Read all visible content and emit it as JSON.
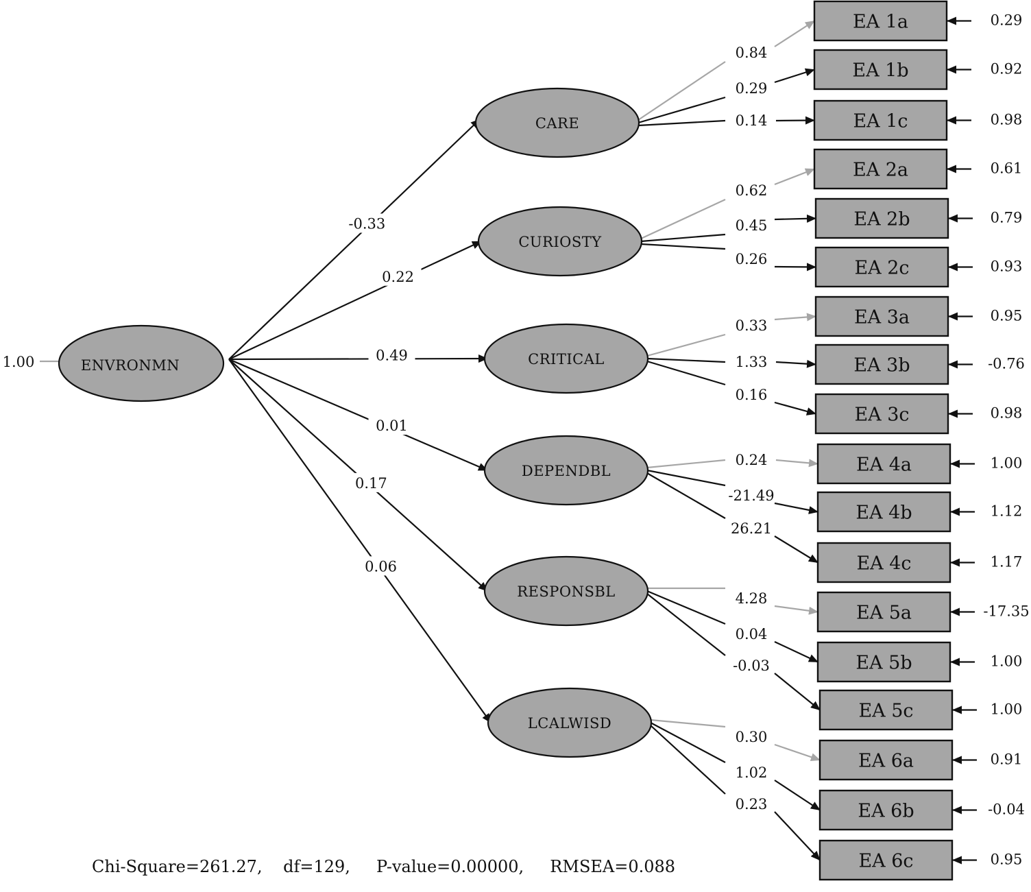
{
  "root": {
    "name": "ENVRONMN",
    "variance": "1.00"
  },
  "factors": [
    {
      "name": "CARE",
      "path": "-0.33"
    },
    {
      "name": "CURIOSTY",
      "path": "0.22"
    },
    {
      "name": "CRITICAL",
      "path": "0.49"
    },
    {
      "name": "DEPENDBL",
      "path": "0.01"
    },
    {
      "name": "RESPONSBL",
      "path": "0.17"
    },
    {
      "name": "LCALWISD",
      "path": "0.06"
    }
  ],
  "indicators": [
    {
      "name": "EA 1a",
      "factor": 0,
      "loading": "0.84",
      "error": "0.29"
    },
    {
      "name": "EA 1b",
      "factor": 0,
      "loading": "0.29",
      "error": "0.92"
    },
    {
      "name": "EA 1c",
      "factor": 0,
      "loading": "0.14",
      "error": "0.98"
    },
    {
      "name": "EA 2a",
      "factor": 1,
      "loading": "0.62",
      "error": "0.61"
    },
    {
      "name": "EA 2b",
      "factor": 1,
      "loading": "0.45",
      "error": "0.79"
    },
    {
      "name": "EA 2c",
      "factor": 1,
      "loading": "0.26",
      "error": "0.93"
    },
    {
      "name": "EA 3a",
      "factor": 2,
      "loading": "0.33",
      "error": "0.95"
    },
    {
      "name": "EA 3b",
      "factor": 2,
      "loading": "1.33",
      "error": "-0.76"
    },
    {
      "name": "EA 3c",
      "factor": 2,
      "loading": "0.16",
      "error": "0.98"
    },
    {
      "name": "EA 4a",
      "factor": 3,
      "loading": "0.24",
      "error": "1.00"
    },
    {
      "name": "EA 4b",
      "factor": 3,
      "loading": "-21.49",
      "error": "1.12"
    },
    {
      "name": "EA 4c",
      "factor": 3,
      "loading": "26.21",
      "error": "1.17"
    },
    {
      "name": "EA 5a",
      "factor": 4,
      "loading": "4.28",
      "error": "-17.35"
    },
    {
      "name": "EA 5b",
      "factor": 4,
      "loading": "0.04",
      "error": "1.00"
    },
    {
      "name": "EA 5c",
      "factor": 4,
      "loading": "-0.03",
      "error": "1.00"
    },
    {
      "name": "EA 6a",
      "factor": 5,
      "loading": "0.30",
      "error": "0.91"
    },
    {
      "name": "EA 6b",
      "factor": 5,
      "loading": "1.02",
      "error": "-0.04"
    },
    {
      "name": "EA 6c",
      "factor": 5,
      "loading": "0.23",
      "error": "0.95"
    }
  ],
  "fit_stats": "Chi-Square=261.27,    df=129,     P-value=0.00000,     RMSEA=0.088",
  "colors": {
    "node_fill": "#a6a6a6",
    "stroke": "#111111",
    "reference_path": "#a6a6a6"
  }
}
